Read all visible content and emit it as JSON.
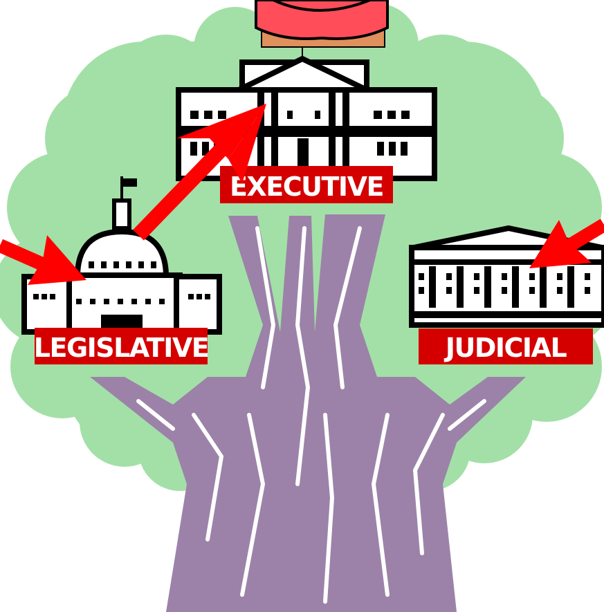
{
  "diagram": {
    "branches": {
      "executive": {
        "label": "EXECUTIVE"
      },
      "legislative": {
        "label": "LEGISLATIVE"
      },
      "judicial": {
        "label": "JUDICIAL"
      }
    },
    "colors": {
      "foliage": "#a3e0a7",
      "trunk": "#9c82a8",
      "label_bg": "#d40000",
      "arrow": "#ff0000",
      "building": "#000000",
      "figure_skin": "#e0905c",
      "figure_clothes": "#ff4d5a"
    }
  }
}
